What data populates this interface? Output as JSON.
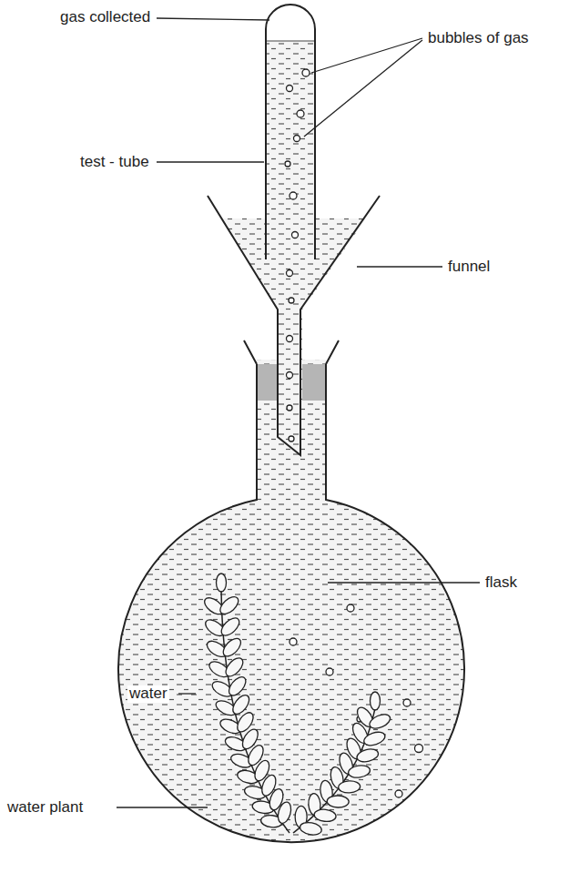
{
  "diagram": {
    "labels": [
      "gas collected",
      "bubbles of gas",
      "test - tube",
      "funnel",
      "flask",
      "water",
      "water plant"
    ]
  }
}
